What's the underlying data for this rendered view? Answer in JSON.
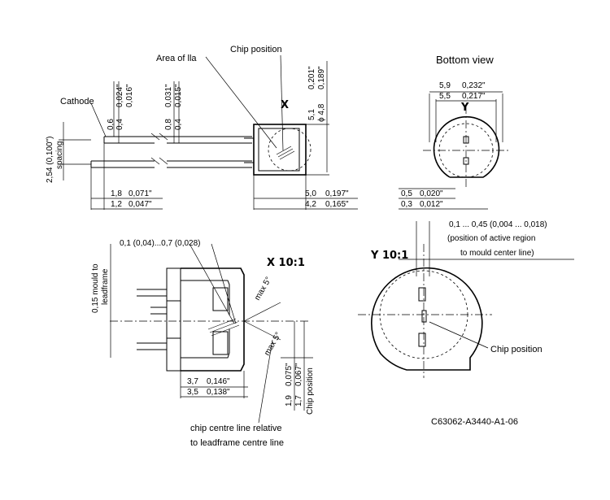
{
  "top_view": {
    "cathode_label": "Cathode",
    "area_label": "Area of lla",
    "chip_position_label": "Chip position",
    "x_marker": "X",
    "lead_dim_a_mm": "0,6",
    "lead_dim_a_mm2": "0,4",
    "lead_dim_a_in": "0,024\"",
    "lead_dim_a_in2": "0,016\"",
    "lead_dim_b_mm": "0,8",
    "lead_dim_b_mm2": "0,4",
    "lead_dim_b_in": "0,031\"",
    "lead_dim_b_in2": "0,015\"",
    "dia_mm": "5,1",
    "dia_mm2": "ϕ 4,8",
    "dia_in": "0,201\"",
    "dia_in2": "0,189\"",
    "spacing_mm": "2,54 (0,100\")",
    "spacing_word": "spacing",
    "len_a_1": "1,8",
    "len_a_2": "1,2",
    "len_a_in1": "0,071\"",
    "len_a_in2": "0,047\"",
    "len_b_1": "5,0",
    "len_b_2": "4,2",
    "len_b_in1": "0,197\"",
    "len_b_in2": "0,165\""
  },
  "bottom_view": {
    "title": "Bottom view",
    "y_marker": "Y",
    "w1_mm": "5,9",
    "w2_mm": "5,5",
    "w1_in": "0,232\"",
    "w2_in": "0,217\"",
    "h1_mm": "0,5",
    "h2_mm": "0,3",
    "h1_in": "0,020\"",
    "h2_in": "0,012\""
  },
  "detail_x": {
    "title": "X 10:1",
    "offset_label": "0,1 (0,04)...0,7 (0,028)",
    "mould_label_1": "0,15 mould to",
    "mould_label_2": "leadframe",
    "max_a": "max 5°",
    "max_b": "max 5°",
    "len_1": "3,7",
    "len_2": "3,5",
    "len_in1": "0,146\"",
    "len_in2": "0,138\"",
    "h_1": "1,9",
    "h_2": "1,7",
    "h_in1": "0,075\"",
    "h_in2": "0,067\"",
    "chip_pos_word": "Chip position",
    "note_1": "chip centre line relative",
    "note_2": "to leadframe centre line"
  },
  "detail_y": {
    "title": "Y 10:1",
    "tol_line": "0,1 ... 0,45 (0,004 ... 0,018)",
    "pos_line_1": "(position of active region",
    "pos_line_2": "to mould center line)",
    "chip_position_label": "Chip position"
  },
  "drawing_code": "C63062-A3440-A1-06"
}
